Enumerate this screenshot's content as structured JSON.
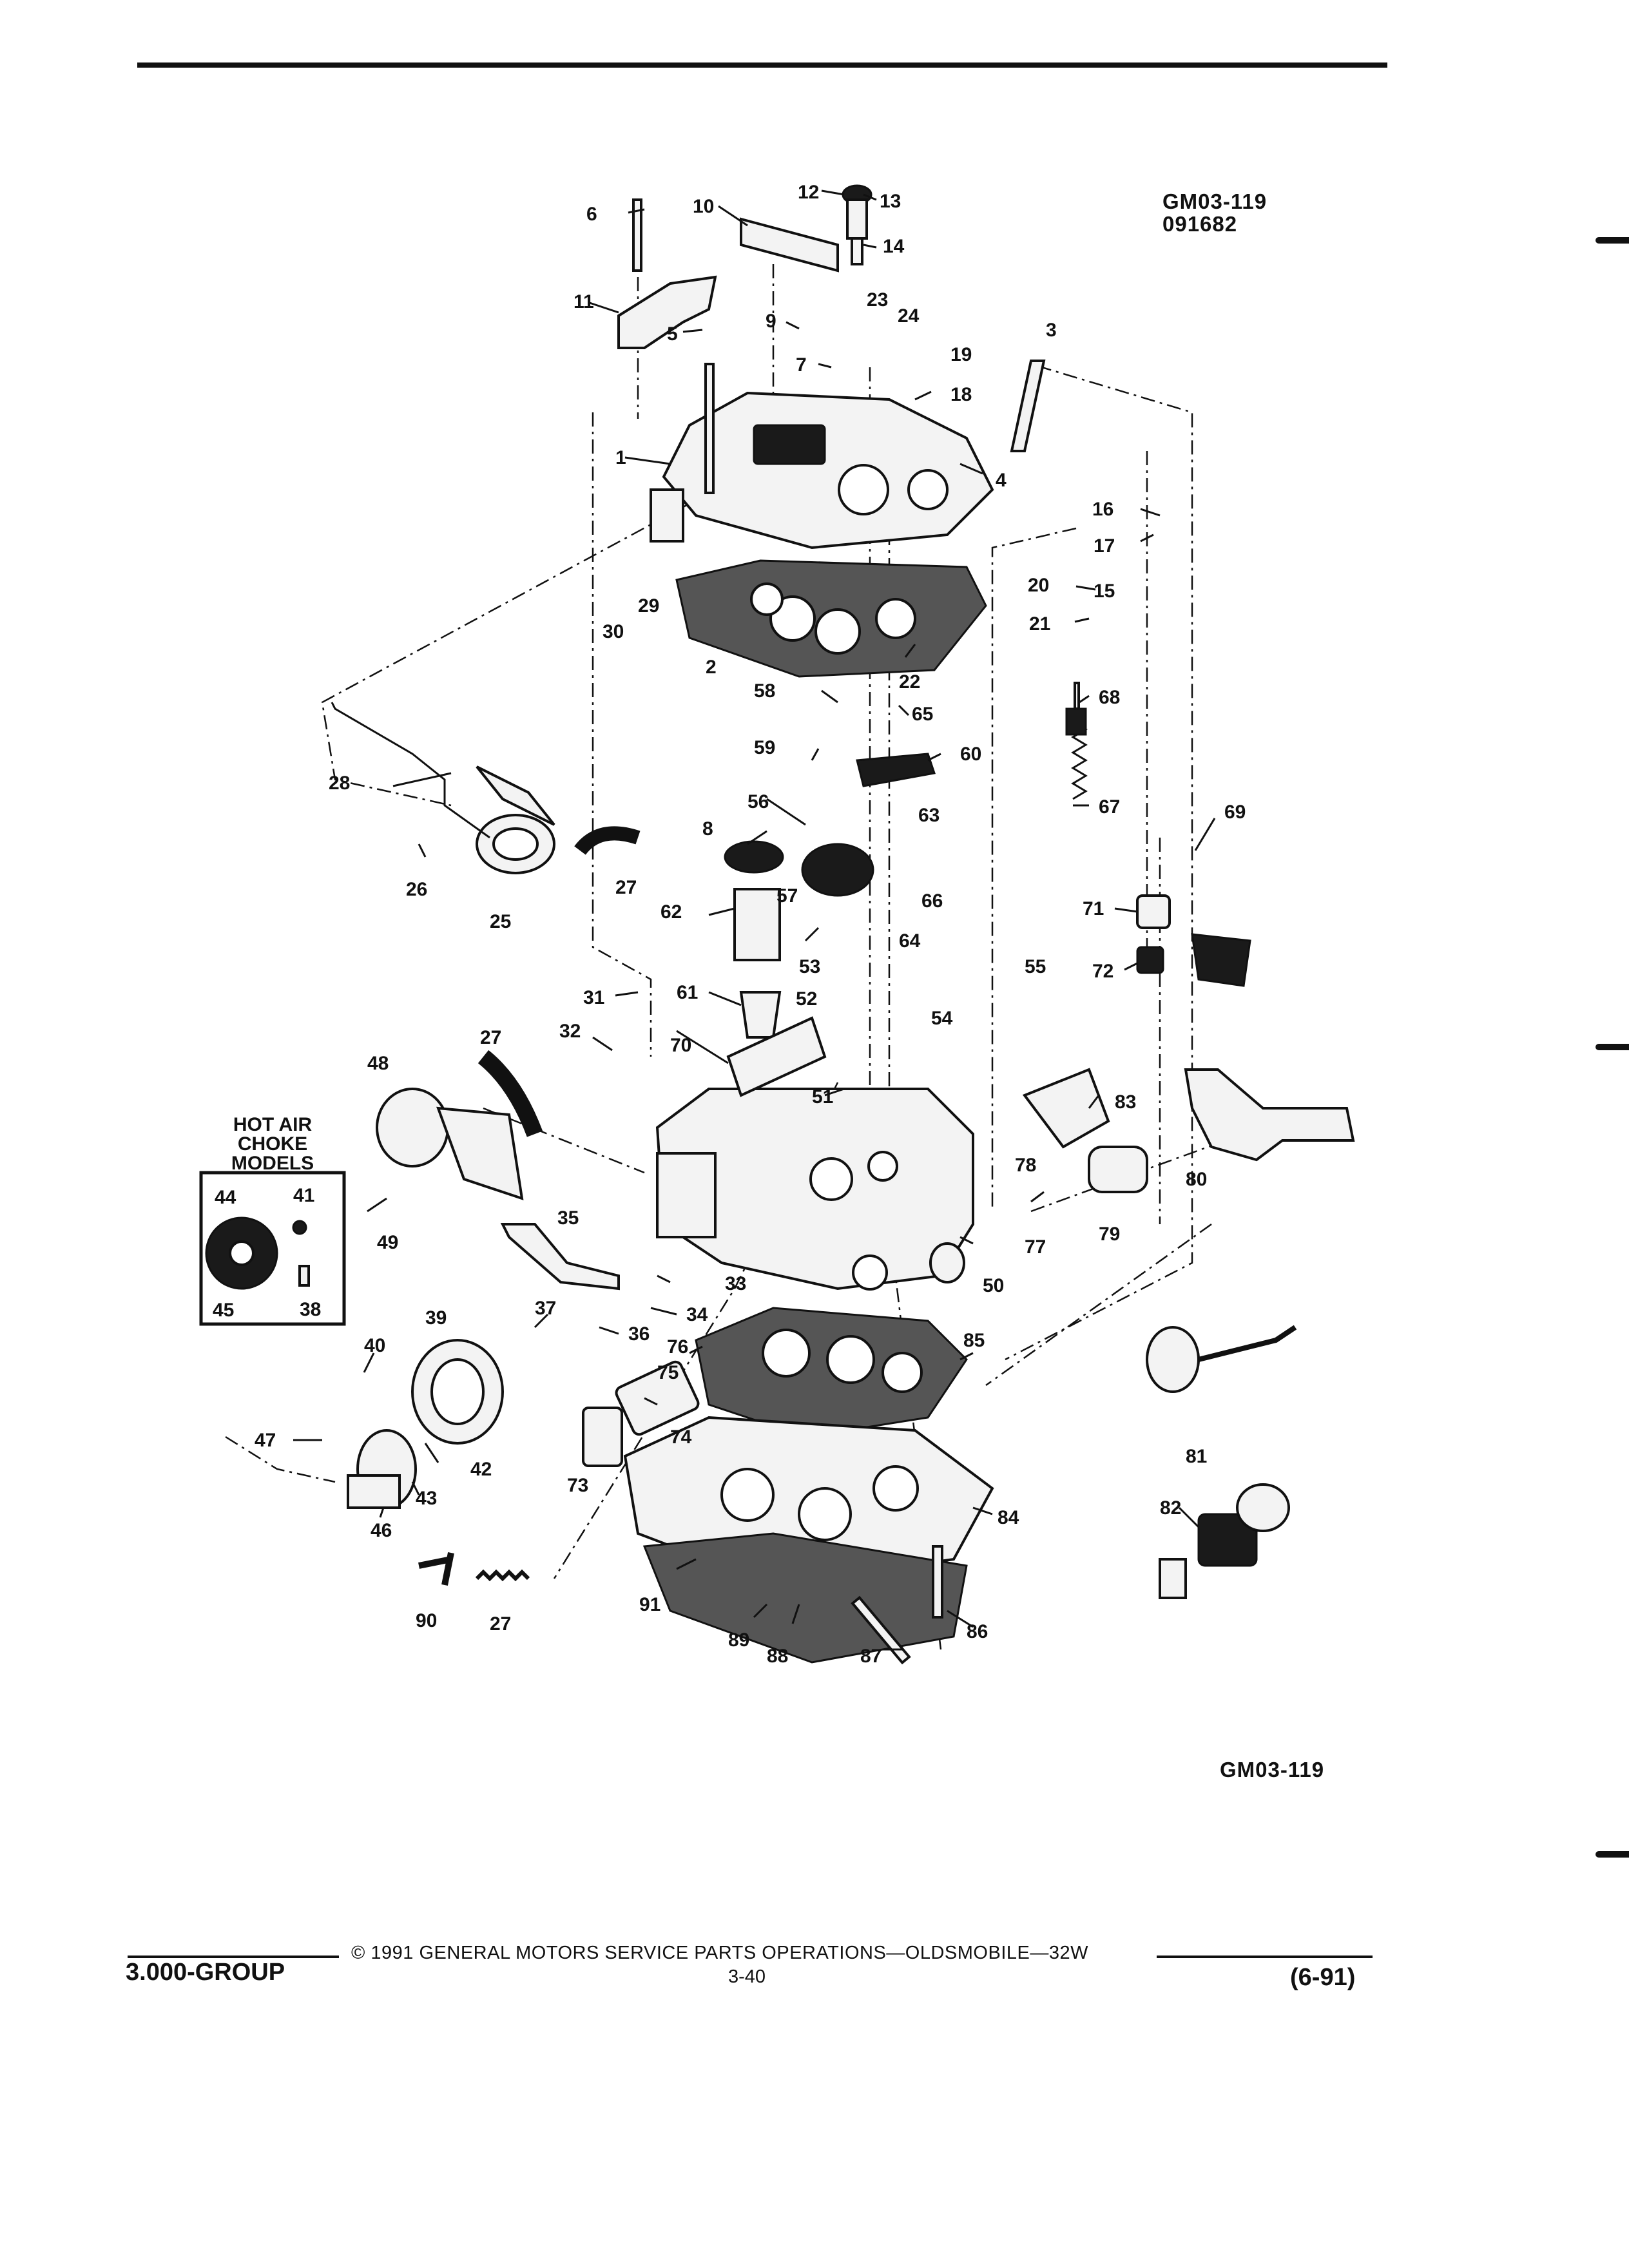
{
  "header": {
    "code": "GM03-119",
    "date_code": "091682"
  },
  "diagram": {
    "inset_title": [
      "HOT AIR",
      "CHOKE",
      "MODELS"
    ],
    "callouts": [
      "1",
      "2",
      "3",
      "4",
      "5",
      "6",
      "7",
      "8",
      "9",
      "10",
      "11",
      "12",
      "13",
      "14",
      "15",
      "16",
      "17",
      "18",
      "19",
      "20",
      "21",
      "22",
      "23",
      "24",
      "25",
      "26",
      "27",
      "28",
      "29",
      "30",
      "31",
      "32",
      "33",
      "34",
      "35",
      "36",
      "37",
      "38",
      "39",
      "40",
      "41",
      "42",
      "43",
      "44",
      "45",
      "46",
      "47",
      "48",
      "49",
      "50",
      "51",
      "52",
      "53",
      "54",
      "55",
      "56",
      "57",
      "58",
      "59",
      "60",
      "61",
      "62",
      "63",
      "64",
      "65",
      "66",
      "67",
      "68",
      "69",
      "70",
      "71",
      "72",
      "73",
      "74",
      "75",
      "76",
      "77",
      "78",
      "79",
      "80",
      "81",
      "82",
      "83",
      "84",
      "85",
      "86",
      "87",
      "88",
      "89",
      "90",
      "91"
    ]
  },
  "figure_code": "GM03-119",
  "footer": {
    "copyright": "© 1991 GENERAL MOTORS SERVICE PARTS OPERATIONS—OLDSMOBILE—32W",
    "group": "3.000-GROUP",
    "page": "3-40",
    "revision": "(6-91)"
  }
}
